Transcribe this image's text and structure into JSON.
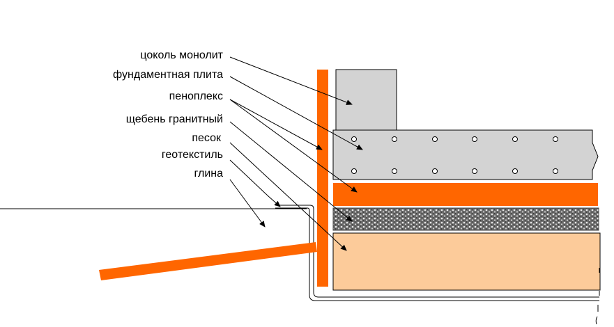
{
  "labels": {
    "plinth": "цоколь монолит",
    "slab": "фундаментная плита",
    "penoplex": "пеноплекс",
    "gravel": "щебень гранитный",
    "sand": "песок",
    "geotextile": "геотекстиль",
    "clay": "глина"
  },
  "colors": {
    "concrete": "#d3d3d3",
    "insulation": "#ff6600",
    "sand": "#fccb9a",
    "gravel": "#5a5a5a",
    "line": "#000000"
  }
}
